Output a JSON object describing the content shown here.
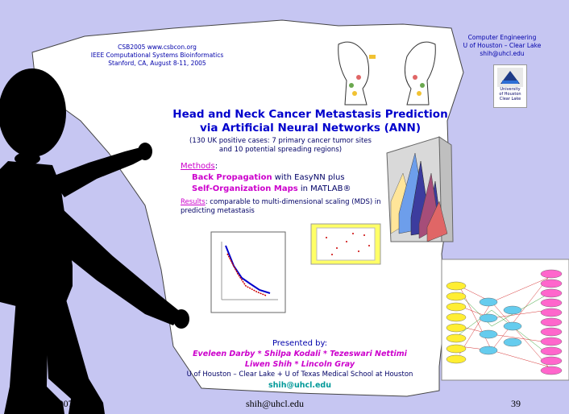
{
  "conference": {
    "line1": "CSB2005 www.csbcon.org",
    "line2": "IEEE Computational Systems Bioinformatics",
    "line3": "Stanford, CA, August 8-11, 2005"
  },
  "affiliation": {
    "line1": "Computer Engineering",
    "line2": "U of Houston – Clear Lake",
    "line3": "shih@uhcl.edu"
  },
  "logo": {
    "line1": "University",
    "line2": "of Houston",
    "line3": "Clear Lake"
  },
  "title": {
    "line1": "Head and Neck Cancer Metastasis Prediction",
    "line2": "via Artificial Neural Networks (ANN)"
  },
  "subnote": {
    "line1": "(130 UK positive cases: 7 primary cancer tumor sites",
    "line2": "and 10 potential spreading regions)"
  },
  "methods": {
    "heading": "Methods",
    "colon": ":",
    "item1_bold": "Back Propagation",
    "item1_rest": " with EasyNN plus",
    "item2_bold": "Self-Organization Maps",
    "item2_rest": " in MATLAB®"
  },
  "results": {
    "heading": "Results",
    "text": ": comparable to multi-dimensional scaling (MDS) in predicting metastasis"
  },
  "presented": {
    "label": "Presented by:",
    "authors1": "Eveleen Darby  *   Shilpa Kodali  * Tezeswari Nettimi",
    "authors2": "Liwen Shih  * Lincoln Gray",
    "institutions": "U of Houston – Clear Lake + U of Texas Medical School at Houston",
    "email": "shih@uhcl.edu"
  },
  "footer": {
    "date": "6/5/2007",
    "email": "shih@uhcl.edu",
    "page": "39"
  },
  "colors": {
    "background": "#c6c6f2",
    "title": "#0000cc",
    "accent": "#cc00cc"
  }
}
